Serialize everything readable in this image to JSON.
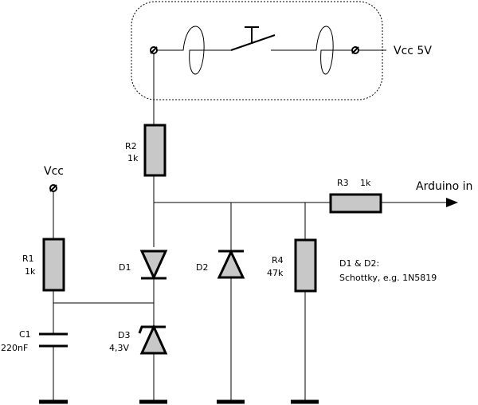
{
  "switch_box": {
    "supply_label": "Vcc 5V"
  },
  "labels": {
    "vcc": "Vcc",
    "arduino_in": "Arduino in"
  },
  "components": {
    "r1": {
      "ref": "R1",
      "value": "1k"
    },
    "r2": {
      "ref": "R2",
      "value": "1k"
    },
    "r3": {
      "ref": "R3",
      "value": "1k"
    },
    "r4": {
      "ref": "R4",
      "value": "47k"
    },
    "c1": {
      "ref": "C1",
      "value": "220nF"
    },
    "d1": {
      "ref": "D1"
    },
    "d2": {
      "ref": "D2"
    },
    "d3": {
      "ref": "D3",
      "value": "4,3V"
    }
  },
  "note": {
    "line1": "D1 & D2:",
    "line2": "Schottky, e.g. 1N5819"
  },
  "colors": {
    "component_fill": "#c8c8c8",
    "line": "#000000",
    "background": "#ffffff"
  }
}
